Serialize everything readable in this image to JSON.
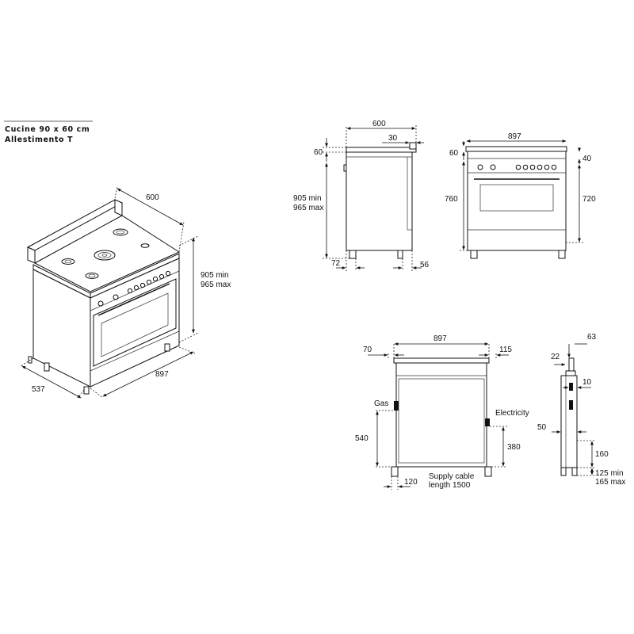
{
  "title": {
    "line1": "Cucine 90 x 60 cm",
    "line2": "Allestimento T"
  },
  "iso_view": {
    "depth": "600",
    "height_min": "905 min",
    "height_max": "965 max",
    "width": "897",
    "side": "537"
  },
  "side_view": {
    "depth": "600",
    "depth_top": "30",
    "top": "60",
    "height_min": "905 min",
    "height_max": "965 max",
    "foot_front": "72",
    "foot_back": "56"
  },
  "front_view": {
    "width": "897",
    "top": "60",
    "top_right": "40",
    "left_height": "760",
    "right_height": "720"
  },
  "rear_view": {
    "width": "897",
    "left_offset": "70",
    "right_offset": "115",
    "gas_label": "Gas",
    "electricity_label": "Electricity",
    "gas_height": "540",
    "elec_height": "380",
    "foot_offset": "120",
    "cable_line1": "Supply cable",
    "cable_line2": "length 1500"
  },
  "profile_view": {
    "top": "63",
    "upper": "22",
    "side": "10",
    "mid": "50",
    "low": "160",
    "foot_min": "125 min",
    "foot_max": "165 max"
  }
}
